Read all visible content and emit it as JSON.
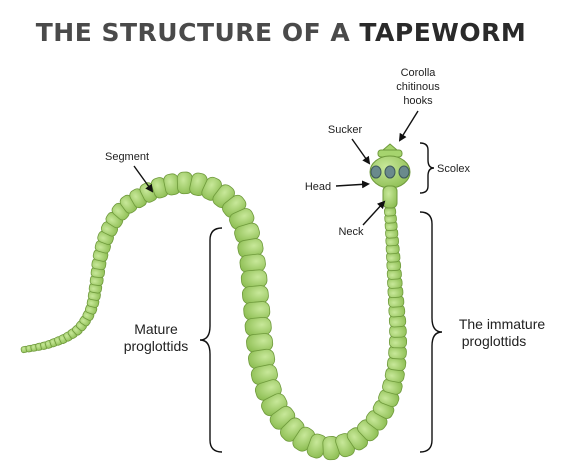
{
  "title": {
    "prefix": "THE STRUCTURE OF A ",
    "emphasis": "TAPEWORM"
  },
  "labels": {
    "corolla_line1": "Corolla",
    "corolla_line2": "chitinous",
    "corolla_line3": "hooks",
    "sucker": "Sucker",
    "head": "Head",
    "scolex": "Scolex",
    "neck": "Neck",
    "segment": "Segment",
    "mature_line1": "Mature",
    "mature_line2": "proglottids",
    "immature_line1": "The immature",
    "immature_line2": "proglottids"
  },
  "colors": {
    "worm_fill": "#a6d46e",
    "worm_stroke": "#6f9a3c",
    "text": "#222222",
    "title": "#4a4a4a"
  }
}
